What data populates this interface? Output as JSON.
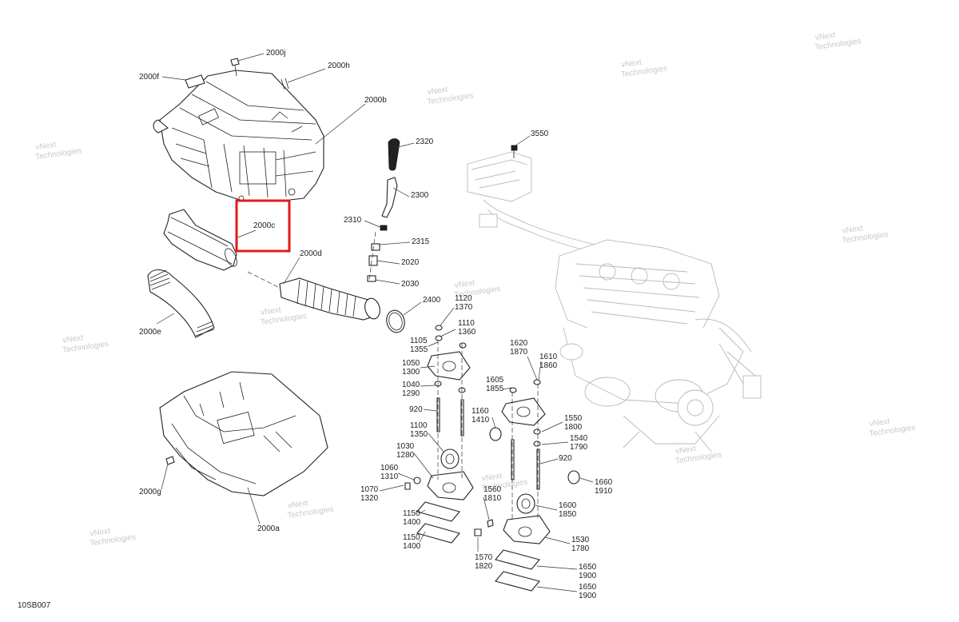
{
  "diagram": {
    "code": "10SB007",
    "watermark_line1": "vNext",
    "watermark_line2": "Technologies",
    "highlight_color": "#e01b1b",
    "labels": [
      {
        "id": "2000j",
        "text": "2000j"
      },
      {
        "id": "2000h",
        "text": "2000h"
      },
      {
        "id": "2000f",
        "text": "2000f"
      },
      {
        "id": "2000b",
        "text": "2000b"
      },
      {
        "id": "2000c",
        "text": "2000c"
      },
      {
        "id": "2000d",
        "text": "2000d"
      },
      {
        "id": "2000e",
        "text": "2000e"
      },
      {
        "id": "2000g",
        "text": "2000g"
      },
      {
        "id": "2000a",
        "text": "2000a"
      },
      {
        "id": "2320",
        "text": "2320"
      },
      {
        "id": "2300",
        "text": "2300"
      },
      {
        "id": "2310",
        "text": "2310"
      },
      {
        "id": "2315",
        "text": "2315"
      },
      {
        "id": "2020",
        "text": "2020"
      },
      {
        "id": "2030",
        "text": "2030"
      },
      {
        "id": "2400",
        "text": "2400"
      },
      {
        "id": "3550",
        "text": "3550"
      },
      {
        "id": "1120",
        "text": "1120"
      },
      {
        "id": "1370",
        "text": "1370"
      },
      {
        "id": "1110",
        "text": "1110"
      },
      {
        "id": "1360",
        "text": "1360"
      },
      {
        "id": "1105",
        "text": "1105"
      },
      {
        "id": "1355",
        "text": "1355"
      },
      {
        "id": "1050",
        "text": "1050"
      },
      {
        "id": "1300",
        "text": "1300"
      },
      {
        "id": "1040",
        "text": "1040"
      },
      {
        "id": "1290",
        "text": "1290"
      },
      {
        "id": "920a",
        "text": "920"
      },
      {
        "id": "1100",
        "text": "1100"
      },
      {
        "id": "1350",
        "text": "1350"
      },
      {
        "id": "1030",
        "text": "1030"
      },
      {
        "id": "1280",
        "text": "1280"
      },
      {
        "id": "1060",
        "text": "1060"
      },
      {
        "id": "1310",
        "text": "1310"
      },
      {
        "id": "1070",
        "text": "1070"
      },
      {
        "id": "1320",
        "text": "1320"
      },
      {
        "id": "1150a",
        "text": "1150"
      },
      {
        "id": "1400a",
        "text": "1400"
      },
      {
        "id": "1150b",
        "text": "1150"
      },
      {
        "id": "1400b",
        "text": "1400"
      },
      {
        "id": "1620",
        "text": "1620"
      },
      {
        "id": "1870",
        "text": "1870"
      },
      {
        "id": "1610",
        "text": "1610"
      },
      {
        "id": "1860",
        "text": "1860"
      },
      {
        "id": "1605",
        "text": "1605"
      },
      {
        "id": "1855",
        "text": "1855"
      },
      {
        "id": "1160",
        "text": "1160"
      },
      {
        "id": "1410",
        "text": "1410"
      },
      {
        "id": "1550",
        "text": "1550"
      },
      {
        "id": "1800",
        "text": "1800"
      },
      {
        "id": "1540",
        "text": "1540"
      },
      {
        "id": "1790",
        "text": "1790"
      },
      {
        "id": "920b",
        "text": "920"
      },
      {
        "id": "1660",
        "text": "1660"
      },
      {
        "id": "1910",
        "text": "1910"
      },
      {
        "id": "1560",
        "text": "1560"
      },
      {
        "id": "1810",
        "text": "1810"
      },
      {
        "id": "1600",
        "text": "1600"
      },
      {
        "id": "1850",
        "text": "1850"
      },
      {
        "id": "1530",
        "text": "1530"
      },
      {
        "id": "1780",
        "text": "1780"
      },
      {
        "id": "1570",
        "text": "1570"
      },
      {
        "id": "1820",
        "text": "1820"
      },
      {
        "id": "1650a",
        "text": "1650"
      },
      {
        "id": "1900a",
        "text": "1900"
      },
      {
        "id": "1650b",
        "text": "1650"
      },
      {
        "id": "1900b",
        "text": "1900"
      }
    ]
  }
}
